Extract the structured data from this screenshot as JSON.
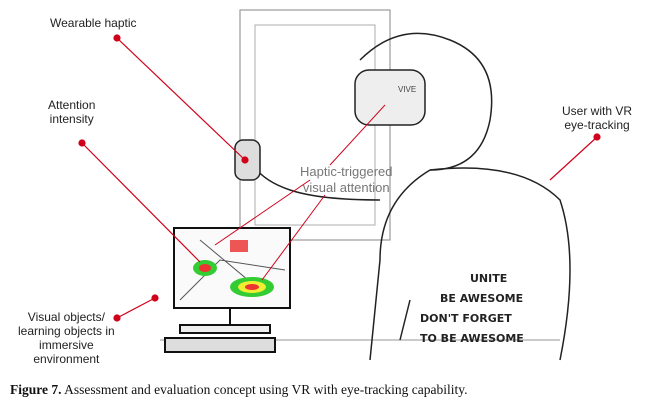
{
  "figure": {
    "labels": {
      "wearable_haptic": "Wearable haptic",
      "attention_intensity": [
        "Attention",
        "intensity"
      ],
      "haptic_triggered": [
        "Haptic-triggered",
        "visual attention"
      ],
      "user_vr": [
        "User with VR",
        "eye-tracking"
      ],
      "visual_objects": [
        "Visual objects/",
        "learning objects  in",
        "immersive",
        "environment"
      ]
    },
    "headset_brand": "VIVE",
    "shirt_text": [
      "UNITE",
      "BE AWESOME",
      "DON'T FORGET",
      "TO BE AWESOME"
    ],
    "annotation_color": "#d0021b"
  },
  "caption": {
    "label": "Figure 7.",
    "text": " Assessment and evaluation concept using VR with eye-tracking capability."
  }
}
